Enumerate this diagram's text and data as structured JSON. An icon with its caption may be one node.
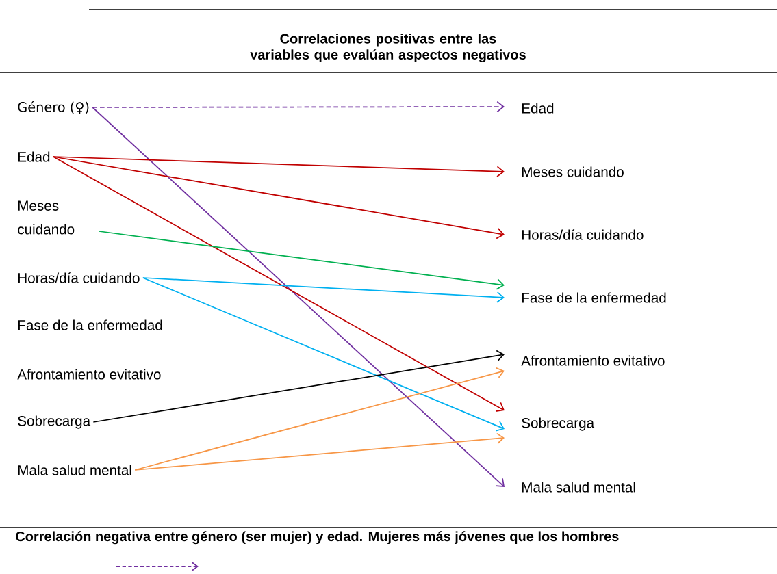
{
  "diagram": {
    "title": "Correlaciones positivas entre las variables que evalúan aspectos negativos",
    "nodes": [
      {
        "text": [
          "Género (♀)"
        ]
      },
      {
        "text": [
          "Edad"
        ]
      },
      {
        "text": [
          "Meses cuidando"
        ]
      },
      {
        "text": [
          "Horas/día cuidando"
        ]
      },
      {
        "text": [
          "Fase de la enfermedad"
        ]
      },
      {
        "text": [
          "Afrontamiento evitativo"
        ]
      },
      {
        "text": [
          "Sobrecarga"
        ]
      },
      {
        "text": [
          "Mala salud mental"
        ]
      },
      {
        "text": [
          "Edad"
        ]
      },
      {
        "text": [
          "Meses cuidando"
        ]
      },
      {
        "text": [
          "Horas/día cuidando"
        ]
      },
      {
        "text": [
          "Fase de la enfermedad"
        ]
      },
      {
        "text": [
          "Afrontamiento evitativo"
        ]
      },
      {
        "text": [
          "Sobrecarga"
        ]
      },
      {
        "text": [
          "Mala salud mental"
        ]
      }
    ],
    "edges": [
      {
        "from": 0,
        "to": 8,
        "arrow": "to",
        "style": "dashed",
        "color": "#7030a0"
      },
      {
        "from": 0,
        "to": 14,
        "arrow": "to",
        "color": "#7030a0"
      },
      {
        "from": 1,
        "to": 9,
        "arrow": "to",
        "color": "#c00000"
      },
      {
        "from": 1,
        "to": 10,
        "arrow": "to",
        "color": "#c00000"
      },
      {
        "from": 1,
        "to": 13,
        "arrow": "to",
        "color": "#c00000"
      },
      {
        "from": 2,
        "to": 11,
        "arrow": "to",
        "color": "#00b050"
      },
      {
        "from": 3,
        "to": 11,
        "arrow": "to",
        "color": "#00b0f0"
      },
      {
        "from": 3,
        "to": 13,
        "arrow": "to",
        "color": "#00b0f0"
      },
      {
        "from": 6,
        "to": 12,
        "arrow": "to",
        "color": "#000000"
      },
      {
        "from": 7,
        "to": 12,
        "arrow": "to",
        "color": "#f79646"
      },
      {
        "from": 7,
        "to": 13,
        "arrow": "to",
        "color": "#f79646"
      }
    ],
    "legend": [
      {
        "text": "Correlación negativa entre género (ser mujer) y edad. Mujeres más jóvenes que los hombres"
      }
    ]
  }
}
